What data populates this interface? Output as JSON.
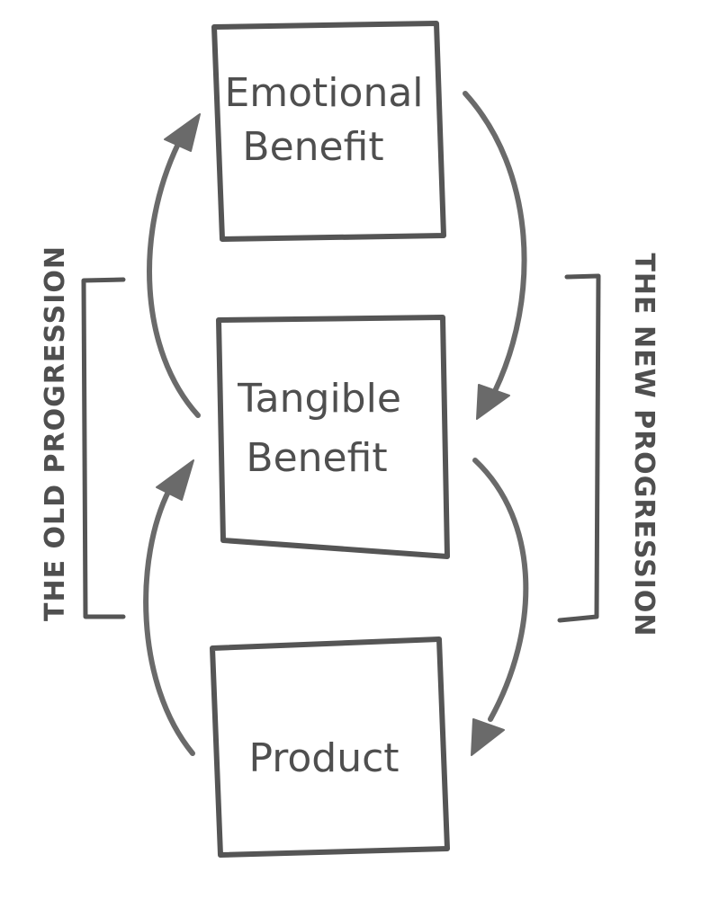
{
  "boxes": {
    "emotional": {
      "line1": "Emotional",
      "line2": "Benefit"
    },
    "tangible": {
      "line1": "Tangible",
      "line2": "Benefit"
    },
    "product": {
      "line1": "Product"
    }
  },
  "labels": {
    "old_progression": "THE OLD PROGRESSION",
    "new_progression": "THE NEW PROGRESSION"
  },
  "colors": {
    "stroke": "#555555",
    "arrow": "#6a6a6a",
    "text": "#4f4f4f"
  }
}
